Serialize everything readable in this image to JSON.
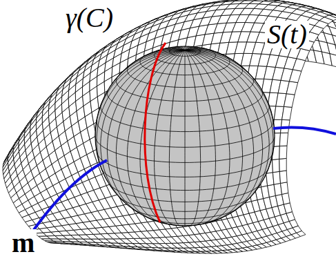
{
  "diagram": {
    "labels": [
      "γ(C)",
      "S(t)",
      "m"
    ]
  }
}
